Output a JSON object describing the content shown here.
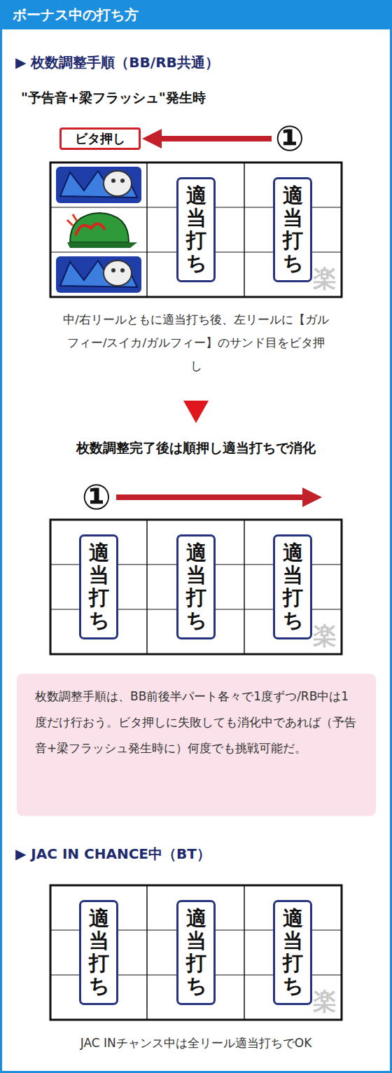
{
  "diagram": {
    "nodes": [
      {
        "text": [
          "ボーナス中の打ち方"
        ]
      },
      {
        "text": [
          "ビタ押し"
        ]
      },
      {
        "text": [
          "①"
        ]
      },
      {
        "text": [
          "適当打ち"
        ]
      },
      {
        "text": [
          "適当打ち"
        ]
      },
      {
        "text": [
          "①"
        ]
      },
      {
        "text": [
          "適当打ち"
        ]
      },
      {
        "text": [
          "適当打ち"
        ]
      },
      {
        "text": [
          "適当打ち"
        ]
      },
      {
        "text": [
          "枚数調整手順は、BB前後半パート各々で1度ずつ/RB中は1度だけ行おう。ビタ押しに失敗しても消化中であれば（予告音+梁フラッシュ発生時に）何度でも挑戦可能だ。"
        ]
      },
      {
        "text": [
          "適当打ち"
        ]
      },
      {
        "text": [
          "適当打ち"
        ]
      },
      {
        "text": [
          "適当打ち"
        ]
      }
    ],
    "edges": [
      {
        "from": 2,
        "to": 1,
        "arrow": "to"
      }
    ],
    "labels": [
      "▶ 枚数調整手順（BB/RB共通）",
      "\"予告音+梁フラッシュ\"発生時",
      "中/右リールともに適当打ち後、左リールに【ガルフィー/スイカ/ガルフィー】のサンド目をビタ押し",
      "枚数調整完了後は順押し適当打ちで消化",
      "▶ JAC IN CHANCE中（BT）",
      "JAC INチャンス中は全リール適当打ちでOK",
      "楽",
      "楽",
      "楽"
    ]
  }
}
